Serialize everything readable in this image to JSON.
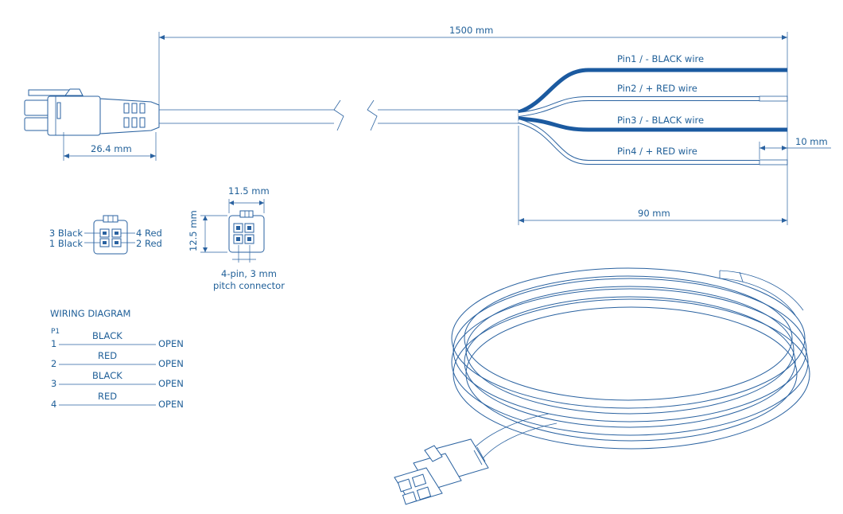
{
  "dimensions": {
    "total_length": "1500 mm",
    "connector_length": "26.4 mm",
    "strip_length": "10 mm",
    "breakout_length": "90 mm",
    "connector_width": "11.5 mm",
    "connector_height": "12.5 mm"
  },
  "wires": [
    {
      "label": "Pin1 / - BLACK wire",
      "color": "#1b5aa0"
    },
    {
      "label": "Pin2 / + RED wire",
      "color": "#ffffff"
    },
    {
      "label": "Pin3 / - BLACK wire",
      "color": "#1b5aa0"
    },
    {
      "label": "Pin4 / + RED wire",
      "color": "#ffffff"
    }
  ],
  "pinout": {
    "left": [
      "3 Black",
      "1 Black"
    ],
    "right": [
      "4 Red",
      "2 Red"
    ]
  },
  "connector_caption": {
    "line1": "4-pin, 3 mm",
    "line2": "pitch connector"
  },
  "wiring_diagram": {
    "title": "WIRING DIAGRAM",
    "header": "P1",
    "rows": [
      {
        "pin": "1",
        "color": "BLACK",
        "end": "OPEN"
      },
      {
        "pin": "2",
        "color": "RED",
        "end": "OPEN"
      },
      {
        "pin": "3",
        "color": "BLACK",
        "end": "OPEN"
      },
      {
        "pin": "4",
        "color": "RED",
        "end": "OPEN"
      }
    ]
  },
  "colors": {
    "line": "#2a62a0",
    "text": "#1f5f98",
    "black_wire": "#1b5aa0"
  }
}
